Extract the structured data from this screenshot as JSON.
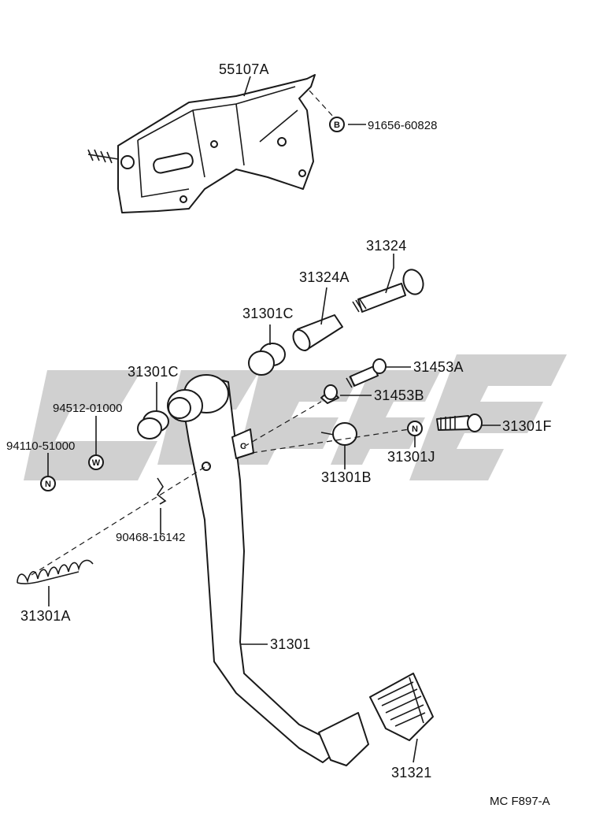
{
  "parts": {
    "p55107A": "55107A",
    "p91656": "91656-60828",
    "p31324": "31324",
    "p31324A": "31324A",
    "p31301C_top": "31301C",
    "p31301C_left": "31301C",
    "p31453A": "31453A",
    "p31453B": "31453B",
    "p94512": "94512-01000",
    "p94110": "94110-51000",
    "p31301F": "31301F",
    "p31301J": "31301J",
    "p31301B": "31301B",
    "p90468": "90468-16142",
    "p31301A": "31301A",
    "p31301": "31301",
    "p31321": "31321"
  },
  "symbols": {
    "b": "B",
    "w": "W",
    "n_left": "N",
    "n_right": "N",
    "c": "C"
  },
  "diagram_code": "MC F897-A"
}
